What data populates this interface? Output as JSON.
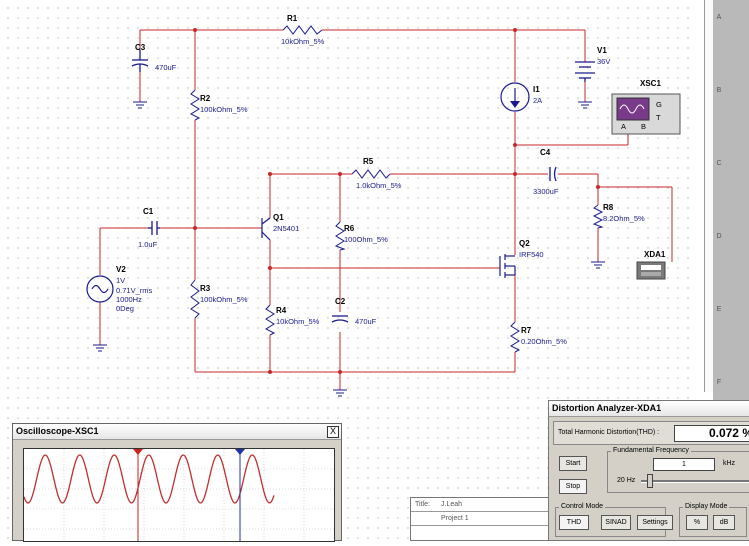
{
  "schematic": {
    "components": {
      "R1": {
        "ref": "R1",
        "value": "10kOhm_5%"
      },
      "C3": {
        "ref": "C3",
        "value": "470uF"
      },
      "V1": {
        "ref": "V1",
        "value": "36V"
      },
      "I1": {
        "ref": "I1",
        "value": "2A"
      },
      "XSC1": {
        "ref": "XSC1",
        "pins": [
          "A",
          "B",
          "G",
          "T"
        ]
      },
      "R2": {
        "ref": "R2",
        "value": "100kOhm_5%"
      },
      "R5": {
        "ref": "R5",
        "value": "1.0kOhm_5%"
      },
      "C4": {
        "ref": "C4",
        "value": "3300uF"
      },
      "R8": {
        "ref": "R8",
        "value": "8.2Ohm_5%"
      },
      "C1": {
        "ref": "C1",
        "value": "1.0uF"
      },
      "Q1": {
        "ref": "Q1",
        "value": "2N5401"
      },
      "R6": {
        "ref": "R6",
        "value": "100Ohm_5%"
      },
      "Q2": {
        "ref": "Q2",
        "value": "IRF540"
      },
      "XDA1": {
        "ref": "XDA1"
      },
      "V2": {
        "ref": "V2",
        "line1": "1V",
        "line2": "0.71V_rms",
        "line3": "1000Hz",
        "line4": "0Deg"
      },
      "R3": {
        "ref": "R3",
        "value": "100kOhm_5%"
      },
      "R4": {
        "ref": "R4",
        "value": "10kOhm_5%"
      },
      "C2": {
        "ref": "C2",
        "value": "470uF"
      },
      "R7": {
        "ref": "R7",
        "value": "0.20Ohm_5%"
      }
    }
  },
  "ruler": {
    "rows": [
      "A",
      "B",
      "C",
      "D",
      "E",
      "F"
    ]
  },
  "title_block": {
    "title_key": "Title:",
    "title_val": "J.Leah",
    "project_val": "Project 1"
  },
  "oscilloscope": {
    "title": "Oscilloscope-XSC1",
    "close": "X",
    "trace_color": "#c03030",
    "cursor1_color": "#cc2222",
    "cursor2_color": "#2233aa"
  },
  "distortion": {
    "title": "Distortion Analyzer-XDA1",
    "thd_label": "Total Harmonic Distortion(THD) :",
    "thd_value": "0.072 %",
    "start": "Start",
    "stop": "Stop",
    "freq_group": "Fundamental Frequency",
    "freq_value": "1",
    "freq_unit": "kHz",
    "slider_label": "20 Hz",
    "control_mode": "Control Mode",
    "thd_btn": "THD",
    "sinad_btn": "SINAD",
    "settings_btn": "Settings",
    "display_mode": "Display Mode",
    "pct_btn": "%",
    "db_btn": "dB"
  },
  "colors": {
    "wire": "#c62828",
    "component": "#1a1a8c",
    "instrument_wire": "#c62828"
  }
}
